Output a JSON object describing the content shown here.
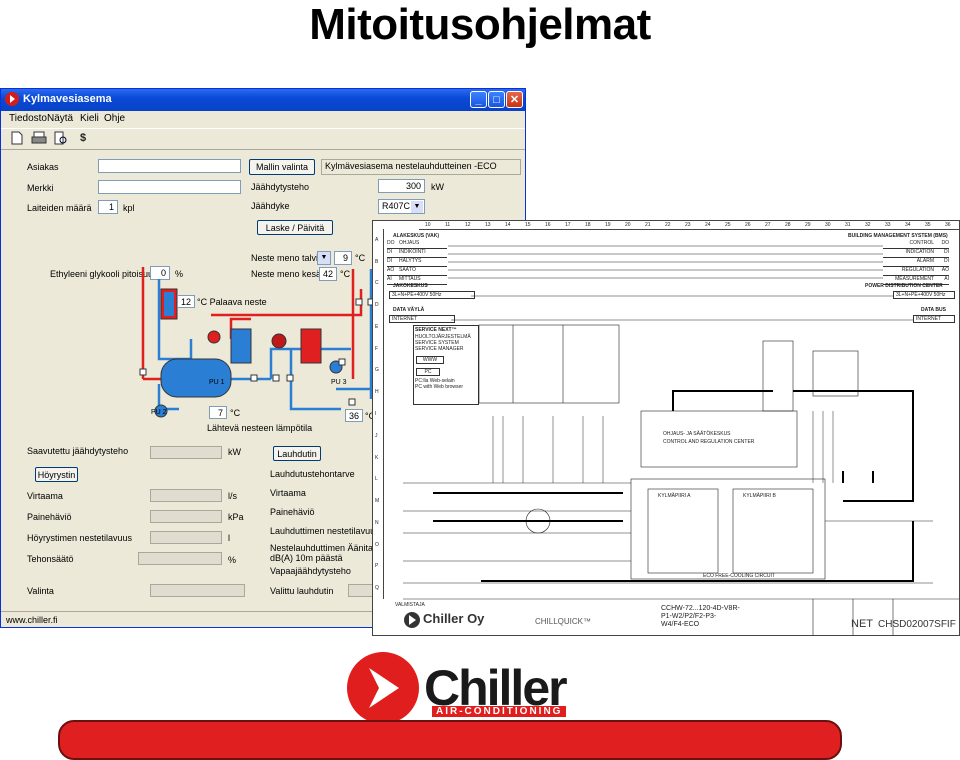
{
  "slide": {
    "title": "Mitoitusohjelmat"
  },
  "window": {
    "title": "Kylmavesiasema",
    "controls": {
      "minimize": "_",
      "maximize": "□",
      "close": "✕"
    },
    "menu": [
      "Tiedosto",
      "Näytä",
      "Kieli",
      "Ohje"
    ],
    "toolbar": {
      "dollar": "$"
    },
    "form": {
      "asiakas_label": "Asiakas",
      "merkki_label": "Merkki",
      "laiteiden_maara_label": "Laiteiden määrä",
      "laiteiden_maara_value": "1",
      "laiteiden_maara_unit": "kpl",
      "mallin_valinta_button": "Mallin valinta",
      "model_name": "Kylmävesiasema nestelauhdutteinen -ECO",
      "jaahdytysteho_label": "Jäähdytysteho",
      "jaahdytysteho_value": "300",
      "jaahdytysteho_unit": "kW",
      "jaahdyke_label": "Jäähdyke",
      "jaahdyke_value": "R407C",
      "laske_button": "Laske / Päivitä",
      "neste_meno_talvi_label": "Neste meno talvi",
      "neste_meno_talvi_value": "9",
      "neste_meno_talvi_unit": "°C",
      "neste_meno_kesa_label": "Neste meno kesä",
      "neste_meno_kesa_value": "42",
      "neste_meno_kesa_unit": "°C",
      "ethyleeni_label": "Ethyleeni glykooli pitoisuus",
      "ethyleeni_value": "0",
      "ethyleeni_unit": "%"
    },
    "diagram": {
      "palaava_value": "12",
      "palaava_label": "°C Palaava neste",
      "lahteva_value": "7",
      "lahteva_unit": "°C",
      "lahteva_label": "Lähtevä nesteen lämpötila",
      "t36_value": "36",
      "t36_unit": "°C",
      "pu1": "PU 1",
      "pu2": "PU 2",
      "pu3": "PU 3"
    },
    "lower": {
      "saavutettu_label": "Saavutettu jäähdytysteho",
      "saavutettu_unit": "kW",
      "lauhdutin_button": "Lauhdutin",
      "lauhdutusteho_label": "Lauhdutustehontarve",
      "hoyrystin_button": "Höyrystin",
      "virtaama_label": "Virtaama",
      "virtaama_unit": "l/s",
      "painehavio_label": "Painehäviö",
      "painehavio_unit": "kPa",
      "hoyrystin_nestetilavuus_label": "Höyrystimen nestetilavuus",
      "hoyrystin_nestetilavuus_unit": "l",
      "tehonsaato_label": "Tehonsäätö",
      "tehonsaato_unit": "%",
      "valinta_label": "Valinta",
      "r_virtaama_label": "Virtaama",
      "r_painehavio_label": "Painehäviö",
      "lauhduttimen_nestetilavuus_label": "Lauhduttimen nestetilavuus",
      "aanitaso_label": "Nestelauhduttimen Äänitaso",
      "aanitaso_label2": "dB(A) 10m päästä",
      "vapaajaahdytysteho_label": "Vapaajäähdytysteho",
      "valittu_lauhdutin_label": "Valittu lauhdutin"
    },
    "status": "www.chiller.fi"
  },
  "schematic": {
    "col_numbers": [
      "10",
      "11",
      "12",
      "13",
      "14",
      "15",
      "16",
      "17",
      "18",
      "19",
      "20",
      "21",
      "22",
      "23",
      "24",
      "25",
      "26",
      "27",
      "28",
      "29",
      "30",
      "31",
      "32",
      "33",
      "34",
      "35",
      "36"
    ],
    "row_letters": [
      "A",
      "B",
      "C",
      "D",
      "E",
      "F",
      "G",
      "H",
      "I",
      "J",
      "K",
      "L",
      "M",
      "N",
      "O",
      "P",
      "Q"
    ],
    "alakeskus": "ALAKESKUS (VAK)",
    "bms": "BUILDING MANAGEMENT SYSTEM (BMS)",
    "left_signals": [
      {
        "code": "DO",
        "label": "OHJAUS"
      },
      {
        "code": "DI",
        "label": "INDIKOINTI"
      },
      {
        "code": "DI",
        "label": "HÄLYTYS"
      },
      {
        "code": "AO",
        "label": "SÄÄTÖ"
      },
      {
        "code": "AI",
        "label": "MITTAUS"
      }
    ],
    "right_signals": [
      {
        "label": "CONTROL",
        "code": "DO"
      },
      {
        "label": "INDICATION",
        "code": "DI"
      },
      {
        "label": "ALARM",
        "code": "DI"
      },
      {
        "label": "REGULATION",
        "code": "AO"
      },
      {
        "label": "MEASUREMENT",
        "code": "AI"
      }
    ],
    "jakokeskus": "JAKOKESKUS",
    "power_center": "POWER DISTRIBUTION CENTER",
    "supply_left": "3L+N+PE+400V 50Hz",
    "supply_right": "3L+N+PE+400V 50Hz",
    "data_vayla": "DATA VÄYLÄ",
    "internet_left": "INTERNET",
    "data_bus": "DATA BUS",
    "internet_right": "INTERNET",
    "service_next": "SERVICE NEXT™",
    "huolto": "HUOLTOJÄRJESTELMÄ",
    "service_system": "SERVICE SYSTEM",
    "service_manager": "SERVICE MANAGER",
    "www": "WWW",
    "pc": "PC",
    "pc_fi": "PC:lla Web-selain",
    "pc_en": "PC with Web browser",
    "ohjaus_box": "OHJAUS- JA SÄÄTÖKESKUS",
    "control_box": "CONTROL AND REGULATION CENTER",
    "circuit_a": "KYLMÄPIIRI A",
    "circuit_b": "KYLMÄPIIRI B",
    "eco": "ECO FREE-COOLING CIRCUIT",
    "valmistaja": "VALMISTAJA",
    "company": "Chiller Oy",
    "chillquick": "CHILLQUICK™",
    "model_code": "CCHW-72...120-4D-V8R-",
    "model_code2": "P1-W2/P2/F2-P3-",
    "model_code3": "W4/F4-ECO",
    "net": "NET",
    "drawing_no": "CHSD02007SFIF"
  }
}
